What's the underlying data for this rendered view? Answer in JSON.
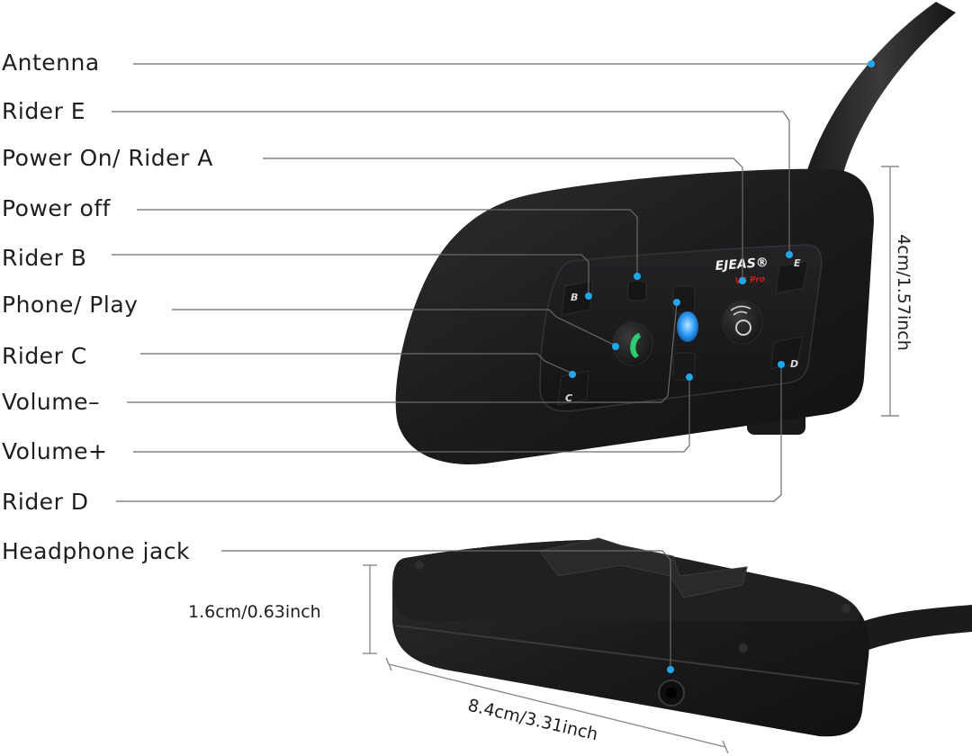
{
  "callouts": {
    "antenna": "Antenna",
    "rider_e": "Rider E",
    "power_on": "Power On/ Rider A",
    "power_off": "Power off",
    "rider_b": "Rider B",
    "phone_play": "Phone/ Play",
    "rider_c": "Rider C",
    "volume_minus": "Volume–",
    "volume_plus": "Volume+",
    "rider_d": "Rider D",
    "headphone_jack": "Headphone jack"
  },
  "dimensions": {
    "height_top": "4cm/1.57inch",
    "height_bottom": "1.6cm/0.63inch",
    "length_bottom": "8.4cm/3.31inch"
  },
  "device": {
    "brand": "EJEAS®",
    "model": "V6 Pro",
    "button_letters": [
      "B",
      "C",
      "E",
      "D"
    ]
  },
  "colors": {
    "device_body": "#1c1c1e",
    "device_edge": "#2c2c2f",
    "leader_line": "#6a6a6a",
    "callout_dot": "#23a6e8",
    "led": "#3fa9ff",
    "phone_icon": "#2ecc71",
    "model_text": "#d11b1b"
  }
}
